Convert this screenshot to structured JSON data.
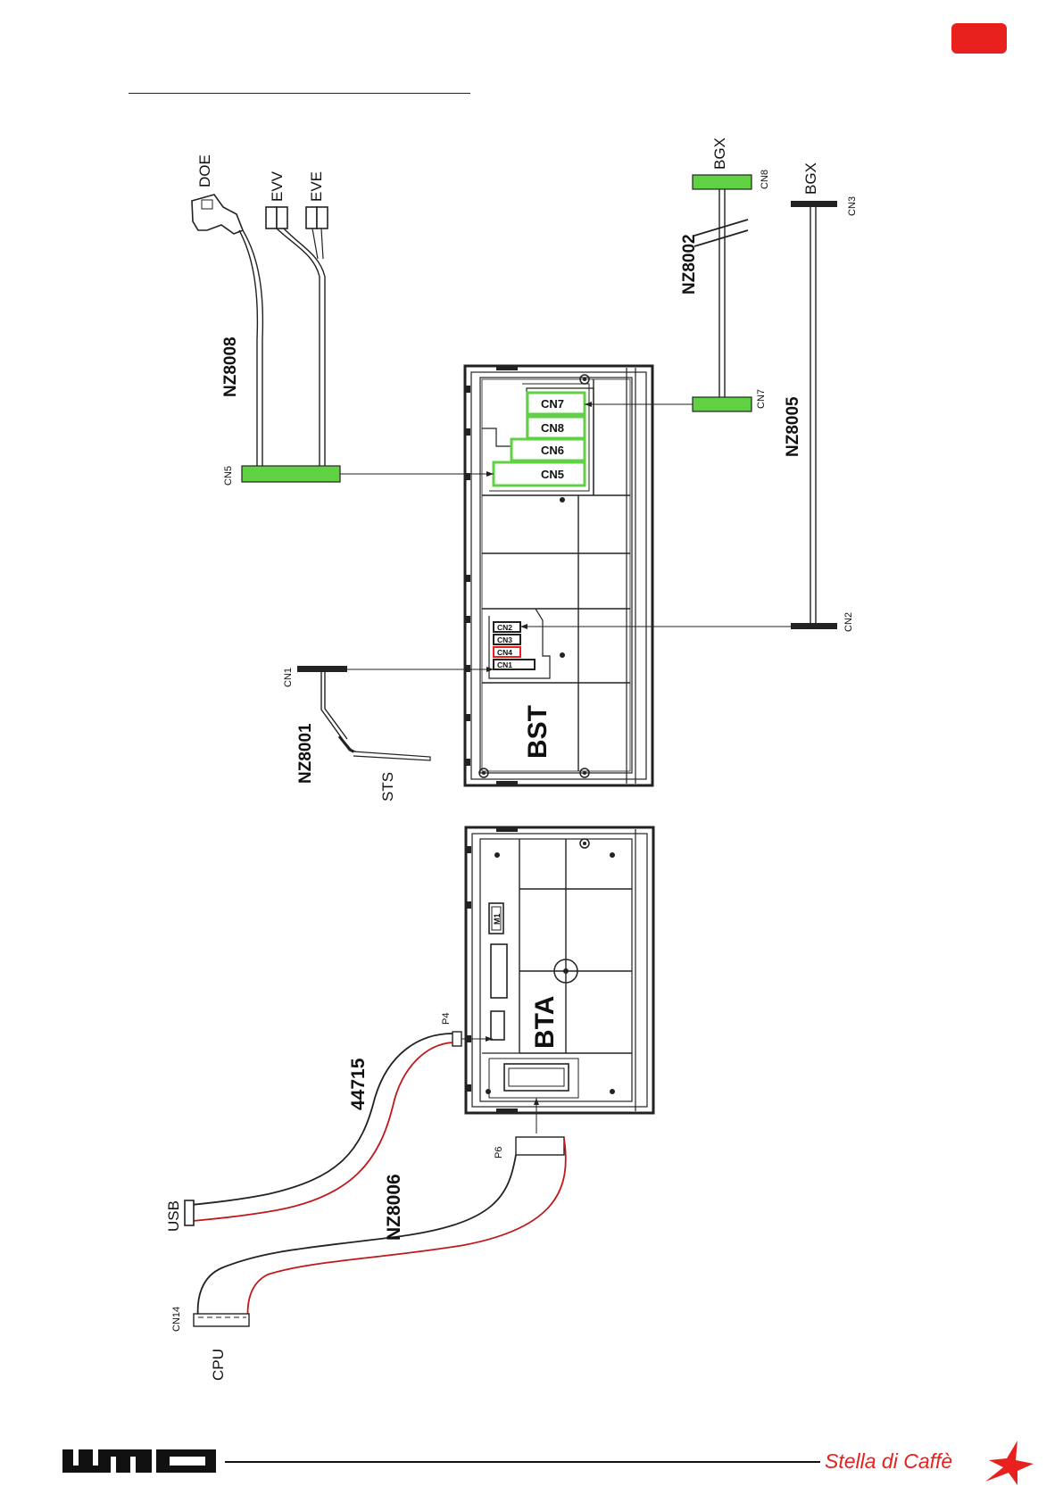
{
  "brand": {
    "logo_text": "UNIC",
    "partner_text": "Stella di Caffè",
    "accent_color": "#e8201e",
    "connector_color": "#5fd142"
  },
  "boards": {
    "bst": "BST",
    "bta": "BTA"
  },
  "components": {
    "doe": "DOE",
    "evv": "EVV",
    "eve": "EVE",
    "bgx_top": "BGX",
    "bgx_right": "BGX",
    "sts": "STS",
    "usb": "USB",
    "cpu": "CPU"
  },
  "harnesses": {
    "nz8008": "NZ8008",
    "nz8002": "NZ8002",
    "nz8005": "NZ8005",
    "nz8001": "NZ8001",
    "h44715": "44715",
    "nz8006": "NZ8006"
  },
  "connectors": {
    "cn5_ext": "CN5",
    "cn8_ext": "CN8",
    "cn7_ext": "CN7",
    "cn3_ext": "CN3",
    "cn2_ext": "CN2",
    "cn1_ext": "CN1",
    "p4": "P4",
    "p6": "P6",
    "cn14": "CN14",
    "bst_cn7": "CN7",
    "bst_cn8": "CN8",
    "bst_cn6": "CN6",
    "bst_cn5": "CN5",
    "bst_cn2": "CN2",
    "bst_cn3": "CN3",
    "bst_cn4": "CN4",
    "bst_cn1": "CN1",
    "bta_mark": "M1"
  }
}
